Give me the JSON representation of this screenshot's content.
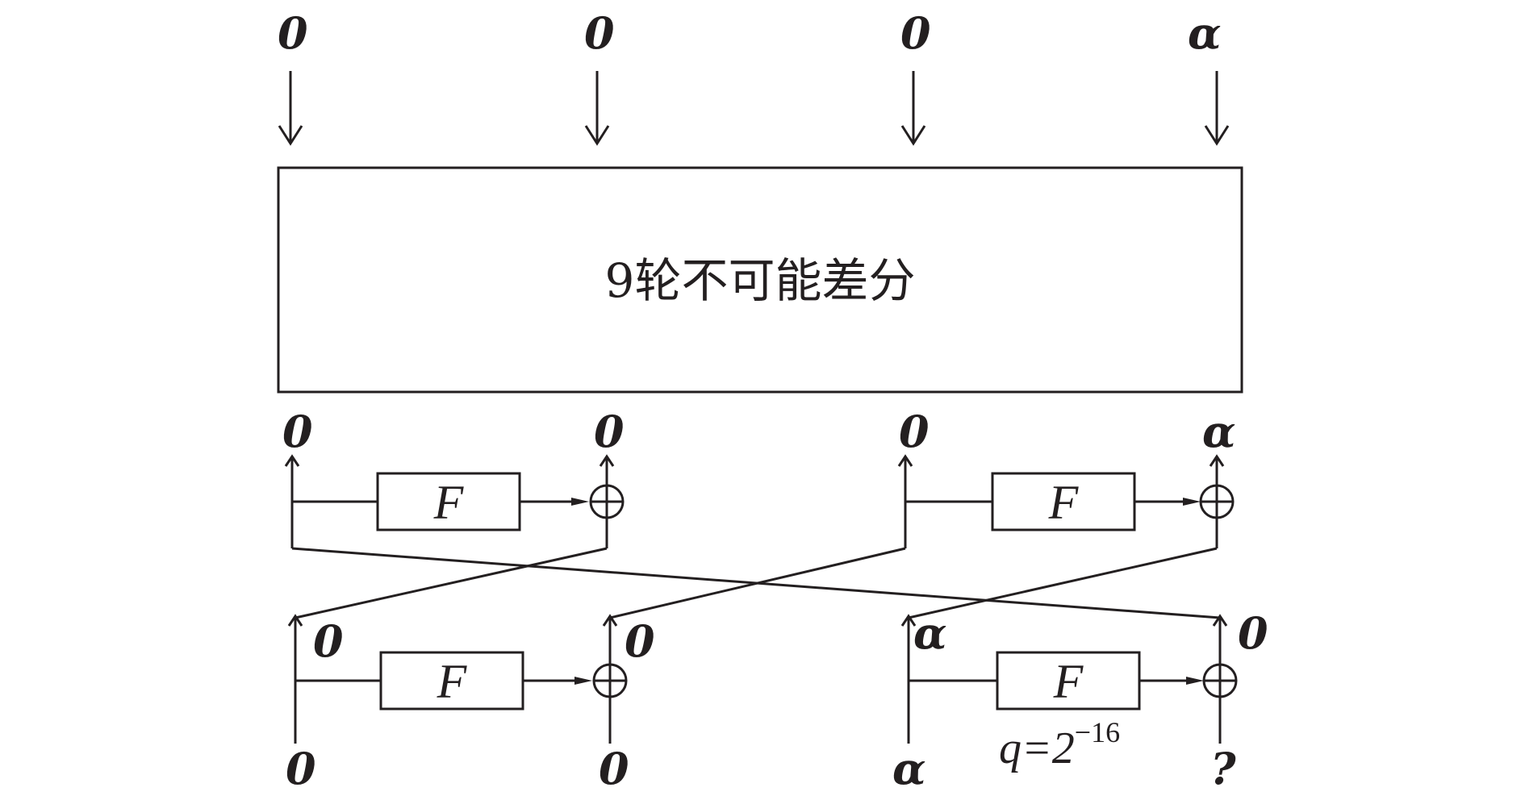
{
  "top_inputs": [
    "0",
    "0",
    "0",
    "α"
  ],
  "main_block": {
    "label": "9轮不可能差分"
  },
  "round1": {
    "left_inputs": [
      "0",
      "0"
    ],
    "right_inputs": [
      "0",
      "α"
    ],
    "f_label": "F"
  },
  "round2": {
    "mid_labels": [
      "0",
      "0",
      "α",
      "0"
    ],
    "f_label": "F",
    "bottom_labels": [
      "0",
      "0",
      "α",
      "?"
    ],
    "probability": {
      "base": "q=2",
      "exponent": "−16"
    }
  }
}
